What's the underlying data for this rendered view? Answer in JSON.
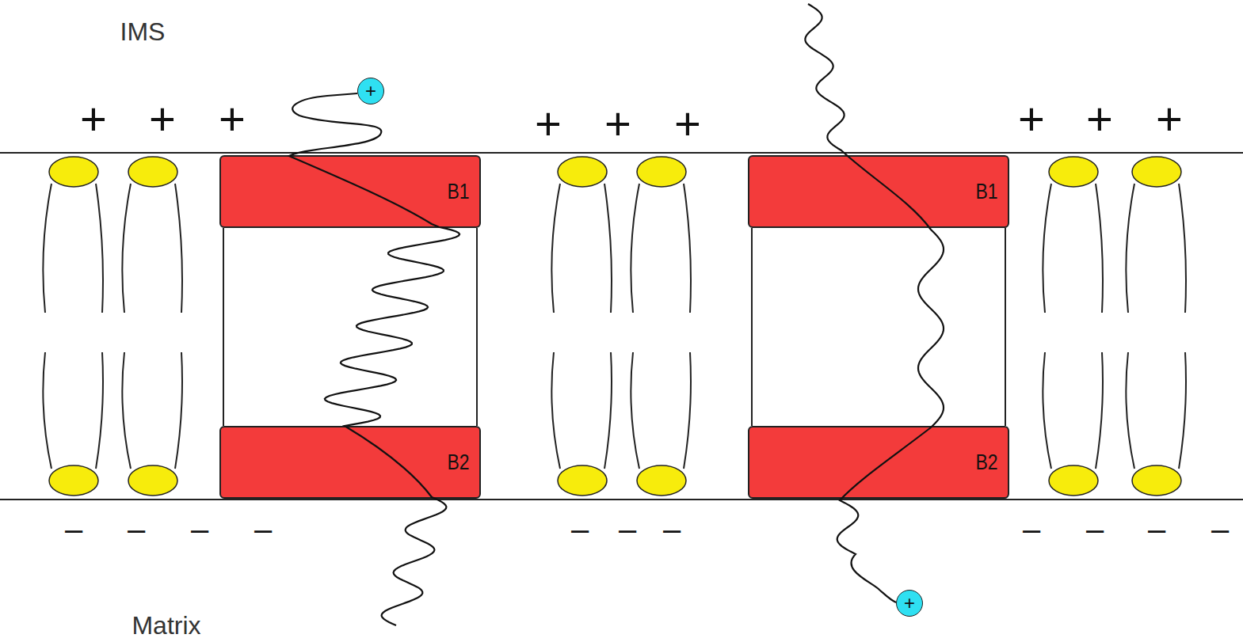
{
  "diagram": {
    "nodes": [
      {
        "text": [
          "B1"
        ]
      },
      {
        "text": [
          "B2"
        ]
      },
      {
        "text": [
          "B1"
        ]
      },
      {
        "text": [
          "B2"
        ]
      },
      {
        "text": [
          "+"
        ]
      },
      {
        "text": [
          "+"
        ]
      }
    ],
    "labels": [
      "IMS",
      "+",
      "+",
      "+",
      "+",
      "+",
      "+",
      "+",
      "+",
      "+",
      "–",
      "–",
      "–",
      "–",
      "–",
      "–",
      "–",
      "–",
      "–",
      "–",
      "–",
      "Matrix"
    ]
  }
}
